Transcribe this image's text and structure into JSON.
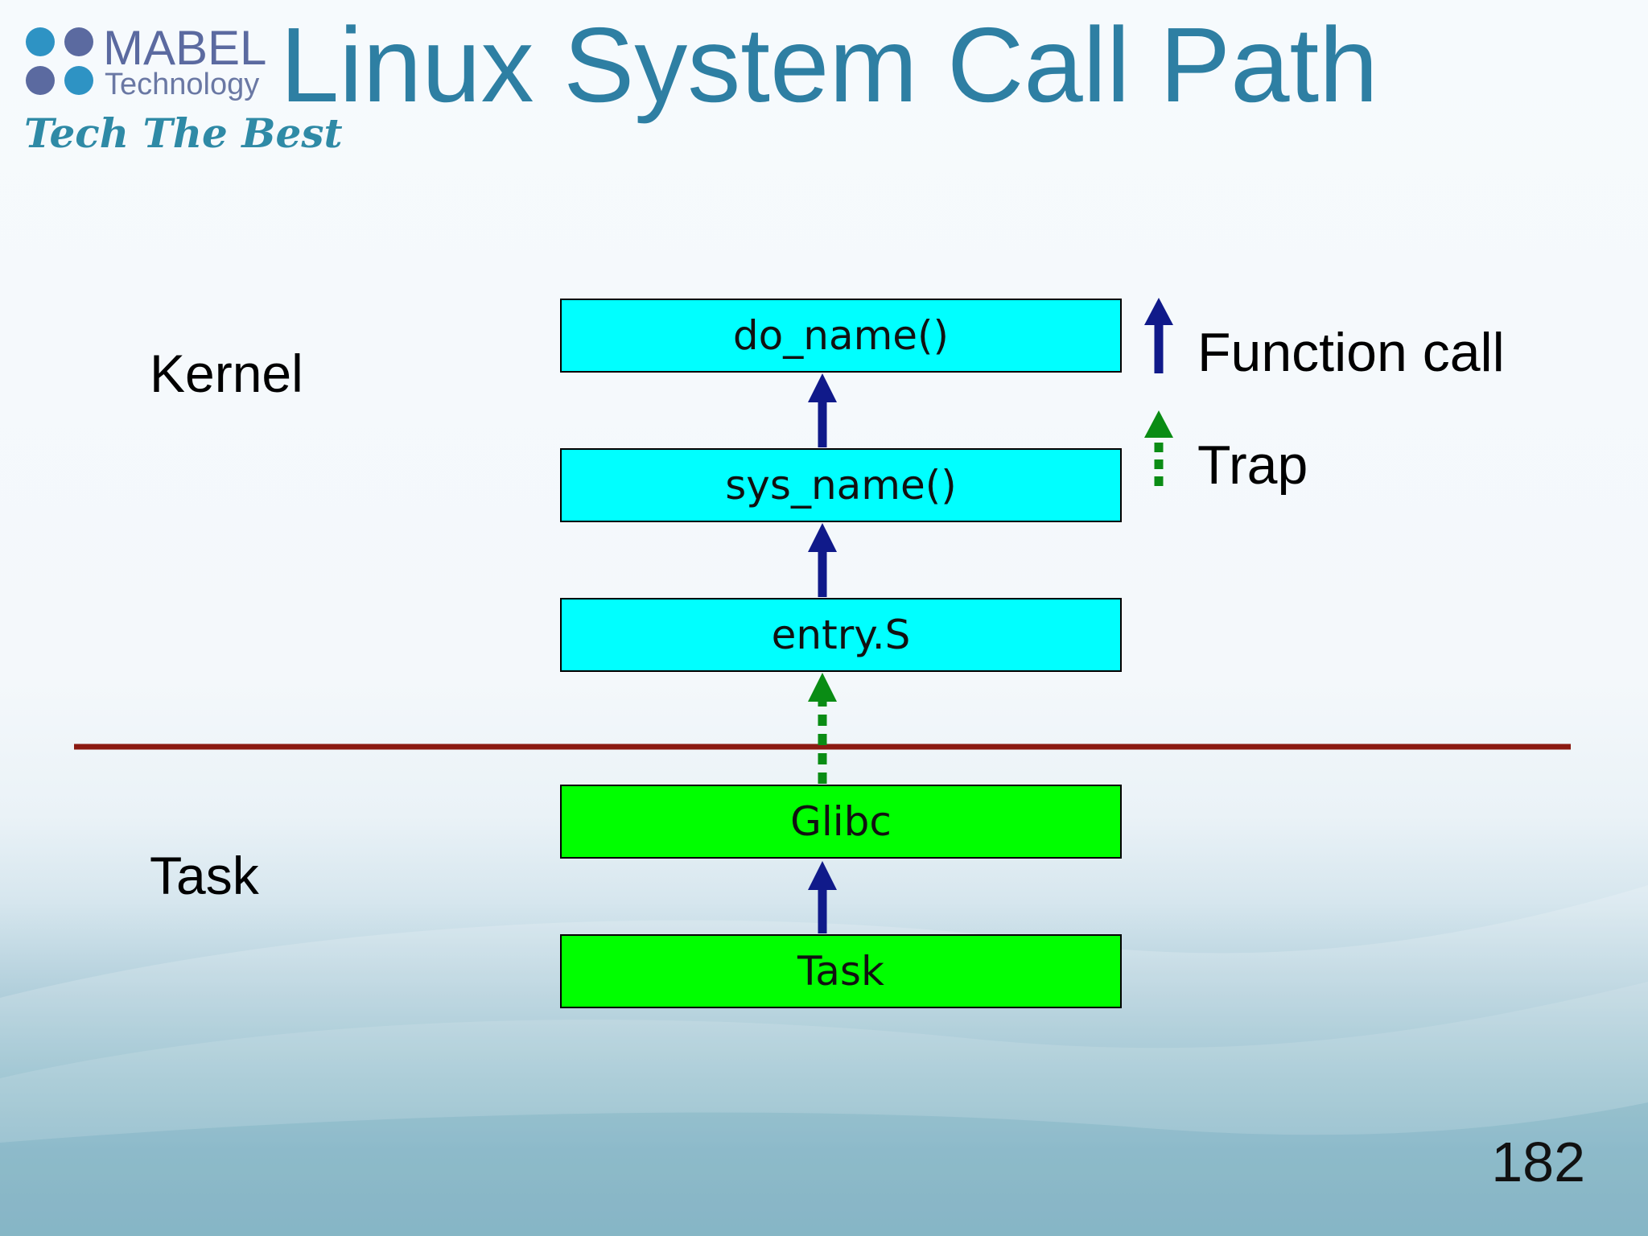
{
  "logo": {
    "brand": "MABEL",
    "subbrand": "Technology",
    "tagline": "Tech The Best",
    "dot_colors": [
      "#2e93c4",
      "#5b6aa0",
      "#5b6aa0",
      "#2e93c4"
    ]
  },
  "title": "Linux System Call Path",
  "regions": {
    "kernel": "Kernel",
    "task": "Task"
  },
  "boxes": [
    {
      "id": "do-name",
      "label": "do_name()",
      "layer": "kernel"
    },
    {
      "id": "sys-name",
      "label": "sys_name()",
      "layer": "kernel"
    },
    {
      "id": "entry-s",
      "label": "entry.S",
      "layer": "kernel"
    },
    {
      "id": "glibc",
      "label": "Glibc",
      "layer": "user"
    },
    {
      "id": "task",
      "label": "Task",
      "layer": "user"
    }
  ],
  "arrows": [
    {
      "from": "task",
      "to": "glibc",
      "kind": "function-call"
    },
    {
      "from": "glibc",
      "to": "entry-s",
      "kind": "trap"
    },
    {
      "from": "entry-s",
      "to": "sys-name",
      "kind": "function-call"
    },
    {
      "from": "sys-name",
      "to": "do-name",
      "kind": "function-call"
    }
  ],
  "legend": {
    "function_call": "Function call",
    "trap": "Trap"
  },
  "colors": {
    "kernel_box": "#00ffff",
    "user_box": "#00ff00",
    "function_call_arrow": "#101a8a",
    "trap_arrow": "#0a8c14",
    "boundary_line": "#8b1a12",
    "title": "#2e7fa3"
  },
  "page_number": "182"
}
